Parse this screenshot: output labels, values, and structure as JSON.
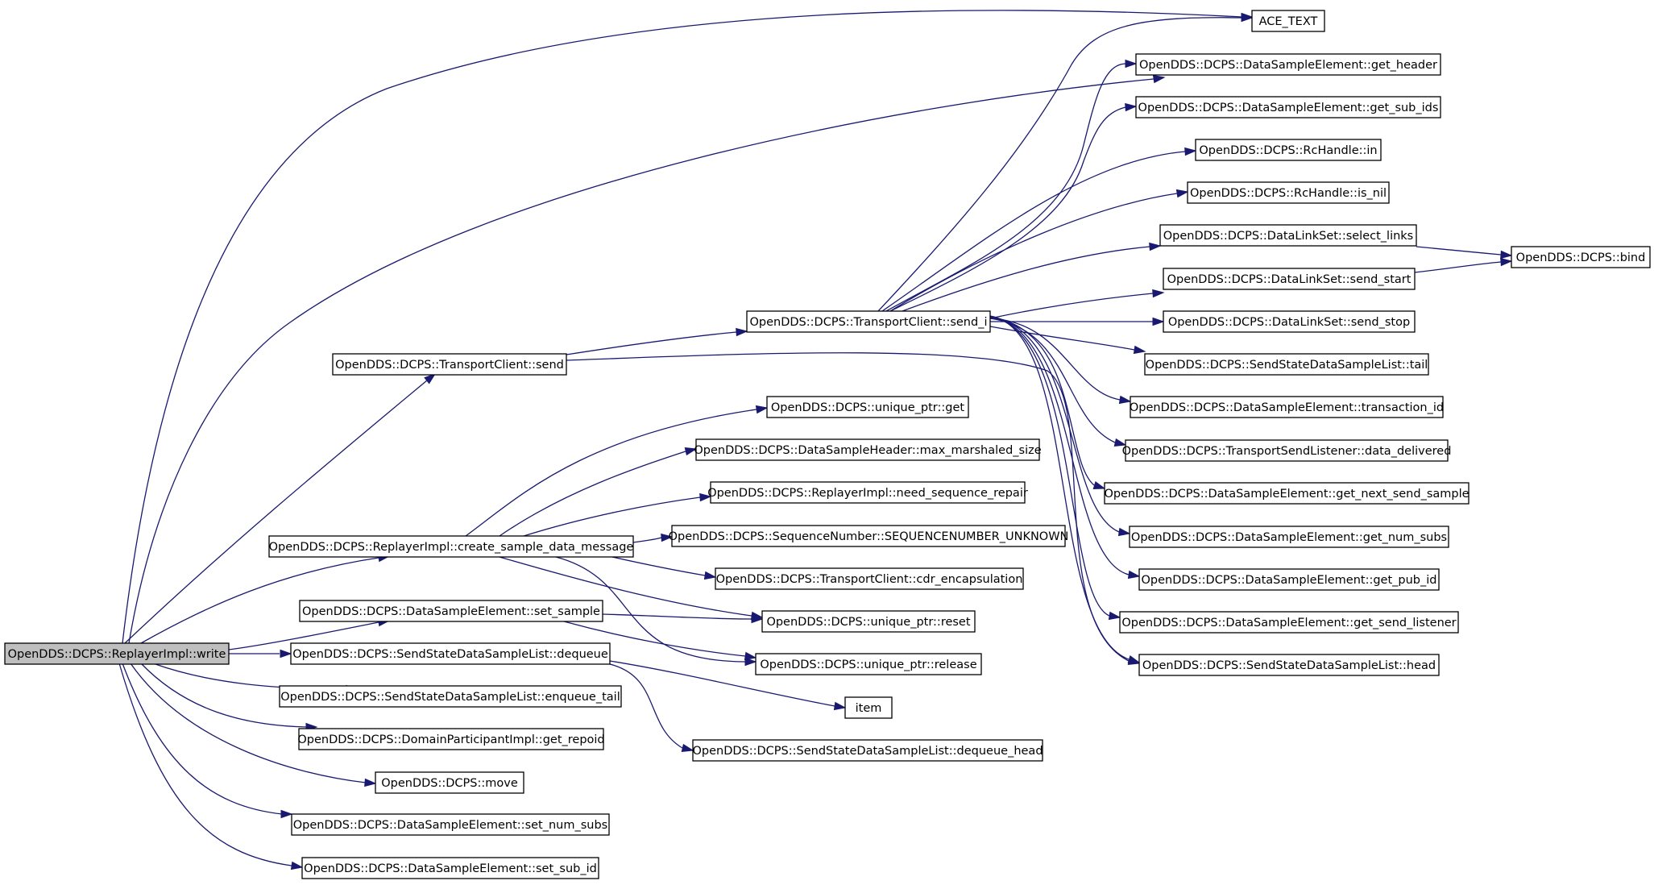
{
  "colors": {
    "edge": "#191970",
    "root_fill": "#bfbfbf",
    "node_fill": "#ffffff",
    "border": "#000000"
  },
  "nodes": [
    {
      "id": "write",
      "label": "OpenDDS::DCPS::ReplayerImpl::write",
      "root": true
    },
    {
      "id": "ace_text",
      "label": "ACE_TEXT"
    },
    {
      "id": "get_header",
      "label": "OpenDDS::DCPS::DataSampleElement::get_header"
    },
    {
      "id": "get_sub_ids",
      "label": "OpenDDS::DCPS::DataSampleElement::get_sub_ids"
    },
    {
      "id": "rc_in",
      "label": "OpenDDS::DCPS::RcHandle::in"
    },
    {
      "id": "rc_is_nil",
      "label": "OpenDDS::DCPS::RcHandle::is_nil"
    },
    {
      "id": "select_links",
      "label": "OpenDDS::DCPS::DataLinkSet::select_links"
    },
    {
      "id": "bind",
      "label": "OpenDDS::DCPS::bind"
    },
    {
      "id": "send_start",
      "label": "OpenDDS::DCPS::DataLinkSet::send_start"
    },
    {
      "id": "send_i",
      "label": "OpenDDS::DCPS::TransportClient::send_i"
    },
    {
      "id": "send_stop",
      "label": "OpenDDS::DCPS::DataLinkSet::send_stop"
    },
    {
      "id": "tc_send",
      "label": "OpenDDS::DCPS::TransportClient::send"
    },
    {
      "id": "tail",
      "label": "OpenDDS::DCPS::SendStateDataSampleList::tail"
    },
    {
      "id": "up_get",
      "label": "OpenDDS::DCPS::unique_ptr::get"
    },
    {
      "id": "transaction_id",
      "label": "OpenDDS::DCPS::DataSampleElement::transaction_id"
    },
    {
      "id": "max_marshaled_size",
      "label": "OpenDDS::DCPS::DataSampleHeader::max_marshaled_size"
    },
    {
      "id": "data_delivered",
      "label": "OpenDDS::DCPS::TransportSendListener::data_delivered"
    },
    {
      "id": "need_sequence_repair",
      "label": "OpenDDS::DCPS::ReplayerImpl::need_sequence_repair"
    },
    {
      "id": "get_next_send_sample",
      "label": "OpenDDS::DCPS::DataSampleElement::get_next_send_sample"
    },
    {
      "id": "seqnum_unknown",
      "label": "OpenDDS::DCPS::SequenceNumber::SEQUENCENUMBER_UNKNOWN"
    },
    {
      "id": "create_sample",
      "label": "OpenDDS::DCPS::ReplayerImpl::create_sample_data_message"
    },
    {
      "id": "get_num_subs",
      "label": "OpenDDS::DCPS::DataSampleElement::get_num_subs"
    },
    {
      "id": "cdr_encapsulation",
      "label": "OpenDDS::DCPS::TransportClient::cdr_encapsulation"
    },
    {
      "id": "get_pub_id",
      "label": "OpenDDS::DCPS::DataSampleElement::get_pub_id"
    },
    {
      "id": "set_sample",
      "label": "OpenDDS::DCPS::DataSampleElement::set_sample"
    },
    {
      "id": "up_reset",
      "label": "OpenDDS::DCPS::unique_ptr::reset"
    },
    {
      "id": "get_send_listener",
      "label": "OpenDDS::DCPS::DataSampleElement::get_send_listener"
    },
    {
      "id": "dequeue",
      "label": "OpenDDS::DCPS::SendStateDataSampleList::dequeue"
    },
    {
      "id": "up_release",
      "label": "OpenDDS::DCPS::unique_ptr::release"
    },
    {
      "id": "head",
      "label": "OpenDDS::DCPS::SendStateDataSampleList::head"
    },
    {
      "id": "enqueue_tail",
      "label": "OpenDDS::DCPS::SendStateDataSampleList::enqueue_tail"
    },
    {
      "id": "item",
      "label": "item"
    },
    {
      "id": "get_repoid",
      "label": "OpenDDS::DCPS::DomainParticipantImpl::get_repoid"
    },
    {
      "id": "dequeue_head",
      "label": "OpenDDS::DCPS::SendStateDataSampleList::dequeue_head"
    },
    {
      "id": "move",
      "label": "OpenDDS::DCPS::move"
    },
    {
      "id": "set_num_subs",
      "label": "OpenDDS::DCPS::DataSampleElement::set_num_subs"
    },
    {
      "id": "set_sub_id",
      "label": "OpenDDS::DCPS::DataSampleElement::set_sub_id"
    }
  ],
  "edges": [
    {
      "from": "write",
      "to": "ace_text"
    },
    {
      "from": "write",
      "to": "get_header"
    },
    {
      "from": "write",
      "to": "tc_send"
    },
    {
      "from": "write",
      "to": "create_sample"
    },
    {
      "from": "write",
      "to": "set_sample"
    },
    {
      "from": "write",
      "to": "dequeue"
    },
    {
      "from": "write",
      "to": "enqueue_tail"
    },
    {
      "from": "write",
      "to": "get_repoid"
    },
    {
      "from": "write",
      "to": "move"
    },
    {
      "from": "write",
      "to": "set_num_subs"
    },
    {
      "from": "write",
      "to": "set_sub_id"
    },
    {
      "from": "tc_send",
      "to": "send_i"
    },
    {
      "from": "tc_send",
      "to": "head"
    },
    {
      "from": "send_i",
      "to": "ace_text"
    },
    {
      "from": "send_i",
      "to": "get_header"
    },
    {
      "from": "send_i",
      "to": "get_sub_ids"
    },
    {
      "from": "send_i",
      "to": "rc_in"
    },
    {
      "from": "send_i",
      "to": "rc_is_nil"
    },
    {
      "from": "send_i",
      "to": "select_links"
    },
    {
      "from": "send_i",
      "to": "send_start"
    },
    {
      "from": "send_i",
      "to": "send_stop"
    },
    {
      "from": "send_i",
      "to": "tail"
    },
    {
      "from": "send_i",
      "to": "transaction_id"
    },
    {
      "from": "send_i",
      "to": "data_delivered"
    },
    {
      "from": "send_i",
      "to": "get_next_send_sample"
    },
    {
      "from": "send_i",
      "to": "get_num_subs"
    },
    {
      "from": "send_i",
      "to": "get_pub_id"
    },
    {
      "from": "send_i",
      "to": "get_send_listener"
    },
    {
      "from": "send_i",
      "to": "head"
    },
    {
      "from": "select_links",
      "to": "bind"
    },
    {
      "from": "send_start",
      "to": "bind"
    },
    {
      "from": "create_sample",
      "to": "up_get"
    },
    {
      "from": "create_sample",
      "to": "max_marshaled_size"
    },
    {
      "from": "create_sample",
      "to": "need_sequence_repair"
    },
    {
      "from": "create_sample",
      "to": "seqnum_unknown"
    },
    {
      "from": "create_sample",
      "to": "cdr_encapsulation"
    },
    {
      "from": "create_sample",
      "to": "up_reset"
    },
    {
      "from": "create_sample",
      "to": "up_release"
    },
    {
      "from": "set_sample",
      "to": "up_reset"
    },
    {
      "from": "set_sample",
      "to": "up_release"
    },
    {
      "from": "dequeue",
      "to": "item"
    },
    {
      "from": "dequeue",
      "to": "dequeue_head"
    }
  ]
}
